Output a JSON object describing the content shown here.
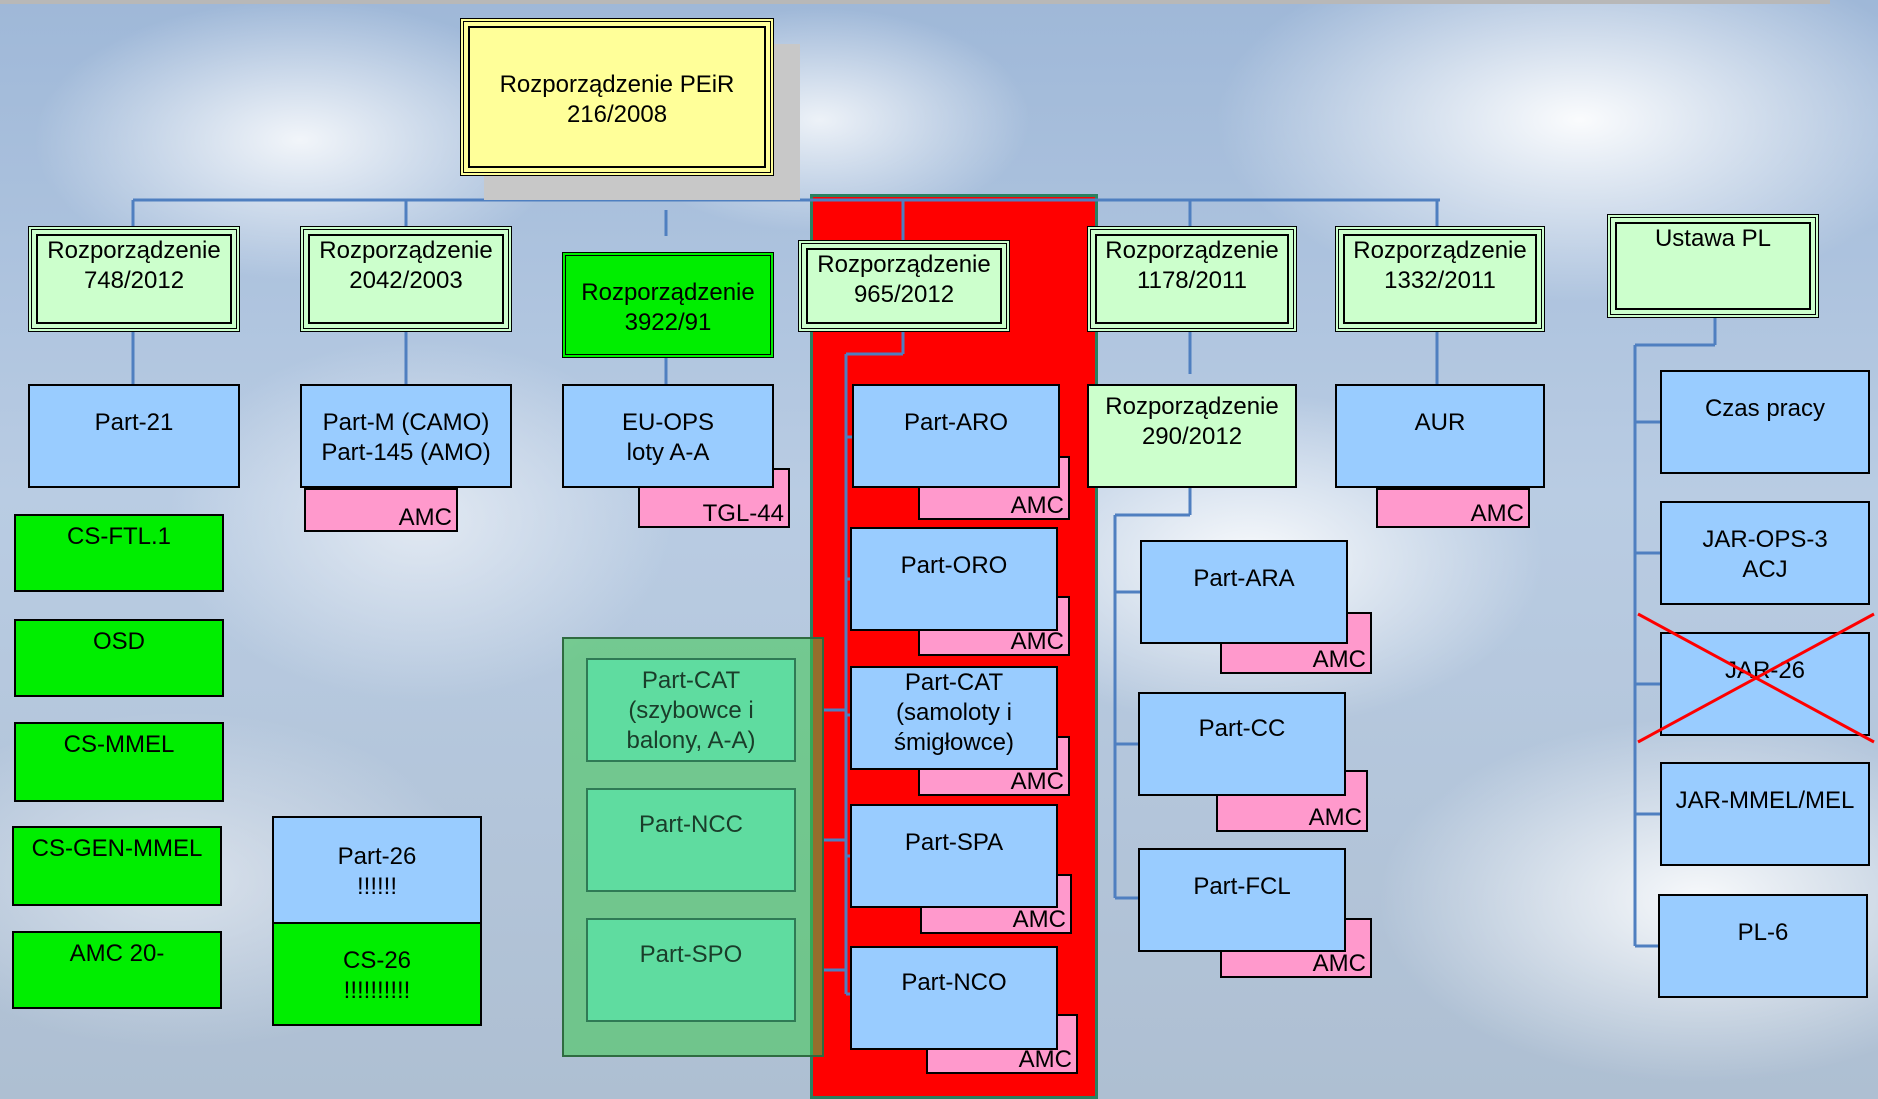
{
  "root": {
    "label": "Rozporządzenie PEiR\n216/2008"
  },
  "regulations": {
    "r748": "Rozporządzenie\n748/2012",
    "r2042": "Rozporządzenie\n2042/2003",
    "r3922": "Rozporządzenie\n3922/91",
    "r965": "Rozporządzenie\n965/2012",
    "r1178": "Rozporządzenie\n1178/2011",
    "r1332": "Rozporządzenie\n1332/2011",
    "ustawa": "Ustawa PL",
    "r290": "Rozporządzenie\n290/2012"
  },
  "parts": {
    "part21": "Part-21",
    "partM": "Part-M (CAMO)\nPart-145 (AMO)",
    "euops": "EU-OPS\nloty A-A",
    "aro": "Part-ARO",
    "oro": "Part-ORO",
    "cat": "Part-CAT\n(samoloty i\nśmigłowce)",
    "spa": "Part-SPA",
    "nco": "Part-NCO",
    "aur": "AUR",
    "ara": "Part-ARA",
    "cc": "Part-CC",
    "fcl": "Part-FCL",
    "part26": "Part-26\n!!!!!!",
    "cs26": "CS-26\n!!!!!!!!!!"
  },
  "national": {
    "czas": "Czas pracy",
    "jarops3": "JAR-OPS-3\nACJ",
    "jar26": "JAR-26",
    "jarmmel": "JAR-MMEL/MEL",
    "pl6": "PL-6"
  },
  "cs_items": {
    "csftl": "CS-FTL.1",
    "osd": "OSD",
    "csmmel": "CS-MMEL",
    "csgenmmel": "CS-GEN-MMEL",
    "amc20": "AMC 20-"
  },
  "teal_parts": {
    "catg": "Part-CAT\n(szybowce i\nbalony, A-A)",
    "ncc": "Part-NCC",
    "spo": "Part-SPO"
  },
  "annex": {
    "amc": "AMC",
    "tgl": "TGL-44"
  },
  "colors": {
    "root": "#ffff99",
    "regulation": "#ccffcc",
    "cs": "#00ee00",
    "part": "#99ccff",
    "amc": "#ff99cc",
    "band_red": "#ff0000",
    "band_green": "#3cc850",
    "connector": "#4f7fc0",
    "strike": "#ff0000"
  }
}
